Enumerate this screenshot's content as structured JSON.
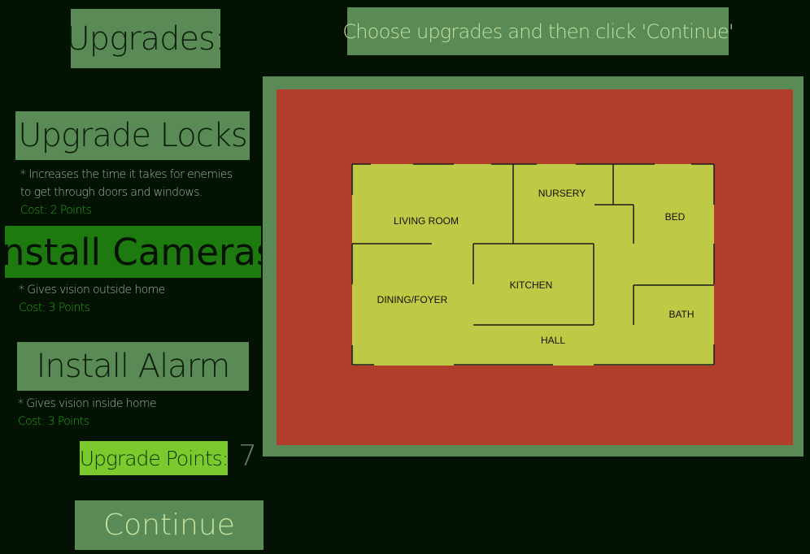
{
  "header": {
    "title": "Upgrades:",
    "instruction": "Choose upgrades and then click 'Continue'"
  },
  "upgrades": [
    {
      "label": "Upgrade Locks",
      "desc": [
        "* Increases the time it takes for enemies",
        "to get through doors and windows."
      ],
      "cost": "Cost: 2 Points",
      "selected": false
    },
    {
      "label": "Install Cameras",
      "desc": [
        "* Gives vision outside home"
      ],
      "cost": "Cost: 3 Points",
      "selected": true
    },
    {
      "label": "Install Alarm",
      "desc": [
        "* Gives vision inside home"
      ],
      "cost": "Cost: 3 Points",
      "selected": false
    }
  ],
  "points": {
    "label": "Upgrade Points:",
    "value": "7"
  },
  "continue_label": "Continue",
  "map": {
    "rooms": {
      "living_room": "LIVING ROOM",
      "nursery": "NURSERY",
      "bed": "BED",
      "dining": "DINING/FOYER",
      "kitchen": "KITCHEN",
      "bath": "BATH",
      "hall": "HALL"
    }
  },
  "colors": {
    "background": "#031203",
    "panel": "#5a8a55",
    "selected": "#1d7a0f",
    "points_bg": "#7cc92e",
    "map_red": "#b13e2a",
    "floor": "#bec945"
  }
}
